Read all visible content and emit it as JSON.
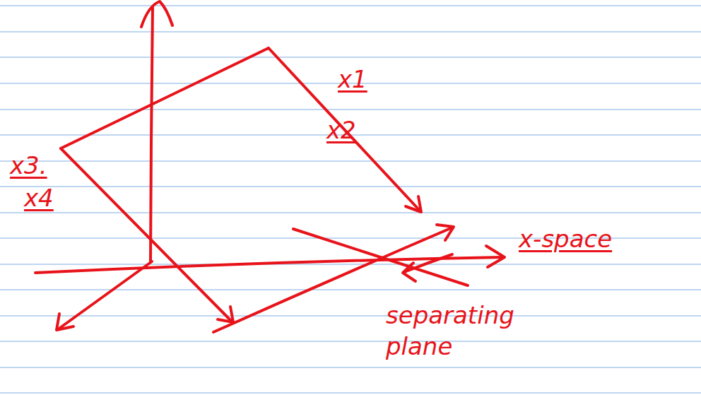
{
  "diagram": {
    "labels": [
      "x1",
      "x2",
      "x3.",
      "x4",
      "x-space",
      "separating plane"
    ]
  }
}
